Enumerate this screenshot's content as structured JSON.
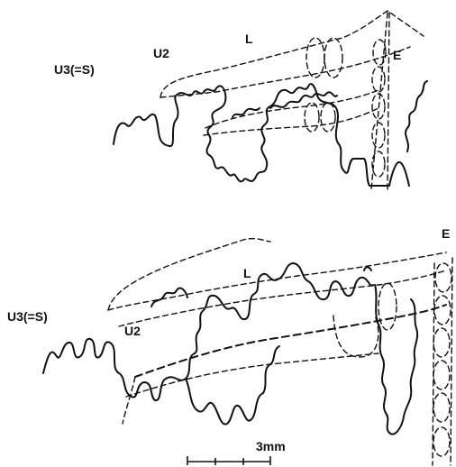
{
  "top_diagram": {
    "label_u3": "U3(=S)",
    "label_u2": "U2",
    "label_l": "L",
    "label_e": "E"
  },
  "bottom_diagram": {
    "label_u3": "U3(=S)",
    "label_u2": "U2",
    "label_l": "L",
    "label_e": "E"
  },
  "scale_bar": {
    "label": "3mm"
  }
}
